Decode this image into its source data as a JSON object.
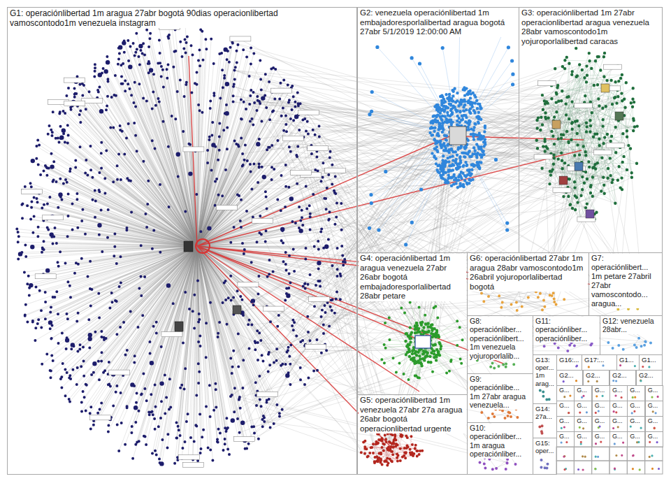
{
  "diagram": {
    "nodes": [
      {
        "text": [
          "G1: operaciónlibertad 1m aragua 27abr bogotá 90dias operacionlibertad vamoscontodo1m venezuela instagram"
        ]
      },
      {
        "text": [
          "G2: venezuela operaciónlibertad 1m embajadoresporlalibertad aragua bogotá 27abr 5/1/2019 12:00:00 AM"
        ]
      },
      {
        "text": [
          "G3: operaciónlibertad 1m 27abr operacionlibertad aragua venezuela 28abr vamoscontodo1m yojuroporlalibertad caracas"
        ]
      },
      {
        "text": [
          "G4: operaciónlibertad 1m aragua venezuela 27abr 26abr bogotá embajadoresporlalibertad 28abr petare"
        ]
      },
      {
        "text": [
          "G6: operaciónlibertad 27abr 1m aragua 28abr vamoscontodo1m 26abril yojuroporlalibertad bogotá"
        ]
      },
      {
        "text": [
          "G7: operaciónlibert... 1m petare 27abril 27abr vamoscontodo... aragua..."
        ]
      },
      {
        "text": [
          "G8: operaciónliber... operaciónlibert... 1m venezuela yojuroporlalib..."
        ]
      },
      {
        "text": [
          "G11: operaciónliber... operaciónliber..."
        ]
      },
      {
        "text": [
          "G12: venezuela 28abr..."
        ]
      },
      {
        "text": [
          "G9: operaciónlibe... 1m 27abr aragua venezuela..."
        ]
      },
      {
        "text": [
          "G13: oper... 1m arag..."
        ]
      },
      {
        "text": [
          "G16:..."
        ]
      },
      {
        "text": [
          "G17:..."
        ]
      },
      {
        "text": [
          "G1..."
        ]
      },
      {
        "text": [
          "G1..."
        ]
      },
      {
        "text": [
          "G2..."
        ]
      },
      {
        "text": [
          "G2..."
        ]
      },
      {
        "text": [
          "G2..."
        ]
      },
      {
        "text": [
          "G2..."
        ]
      },
      {
        "text": [
          "G..."
        ]
      },
      {
        "text": [
          "G..."
        ]
      },
      {
        "text": [
          "G..."
        ]
      },
      {
        "text": [
          "G..."
        ]
      },
      {
        "text": [
          "G..."
        ]
      },
      {
        "text": [
          "G..."
        ]
      },
      {
        "text": [
          "G..."
        ]
      },
      {
        "text": [
          "G..."
        ]
      },
      {
        "text": [
          "G..."
        ]
      },
      {
        "text": [
          "G..."
        ]
      },
      {
        "text": [
          "G..."
        ]
      },
      {
        "text": [
          "G..."
        ]
      },
      {
        "text": [
          "G..."
        ]
      },
      {
        "text": [
          "G..."
        ]
      },
      {
        "text": [
          "G..."
        ]
      },
      {
        "text": [
          "G..."
        ]
      },
      {
        "text": [
          "G..."
        ]
      },
      {
        "text": [
          "G..."
        ]
      },
      {
        "text": [
          "G..."
        ]
      },
      {
        "text": [
          "G..."
        ]
      },
      {
        "text": [
          "G..."
        ]
      },
      {
        "text": [
          "G..."
        ]
      },
      {
        "text": [
          "G..."
        ]
      },
      {
        "text": [
          "G..."
        ]
      },
      {
        "text": [
          "G14: 27a..."
        ]
      },
      {
        "text": [
          "G5: operaciónlibertad 1m venezuela 27abr 27a aragua 26abr bogotá operacionlibertad urgente"
        ]
      },
      {
        "text": [
          "G10: operaciónliber... 1m aragua operaciónliber..."
        ]
      },
      {
        "text": [
          "G15: oper..."
        ]
      }
    ]
  }
}
